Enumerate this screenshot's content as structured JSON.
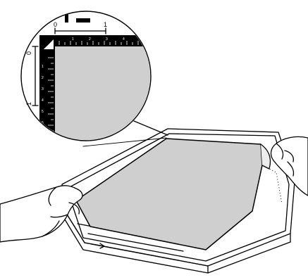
{
  "scale": {
    "top_labels": [
      "0",
      "1"
    ],
    "side_labels": [
      "0",
      "1"
    ],
    "top_ruler_marks": [
      "1",
      "2",
      "3",
      "4"
    ],
    "side_ruler_marks": [
      "1",
      "2",
      "3",
      "4",
      "5",
      "6"
    ]
  },
  "colors": {
    "mat": "#cfcfcf",
    "line": "#000000",
    "background": "#ffffff"
  }
}
